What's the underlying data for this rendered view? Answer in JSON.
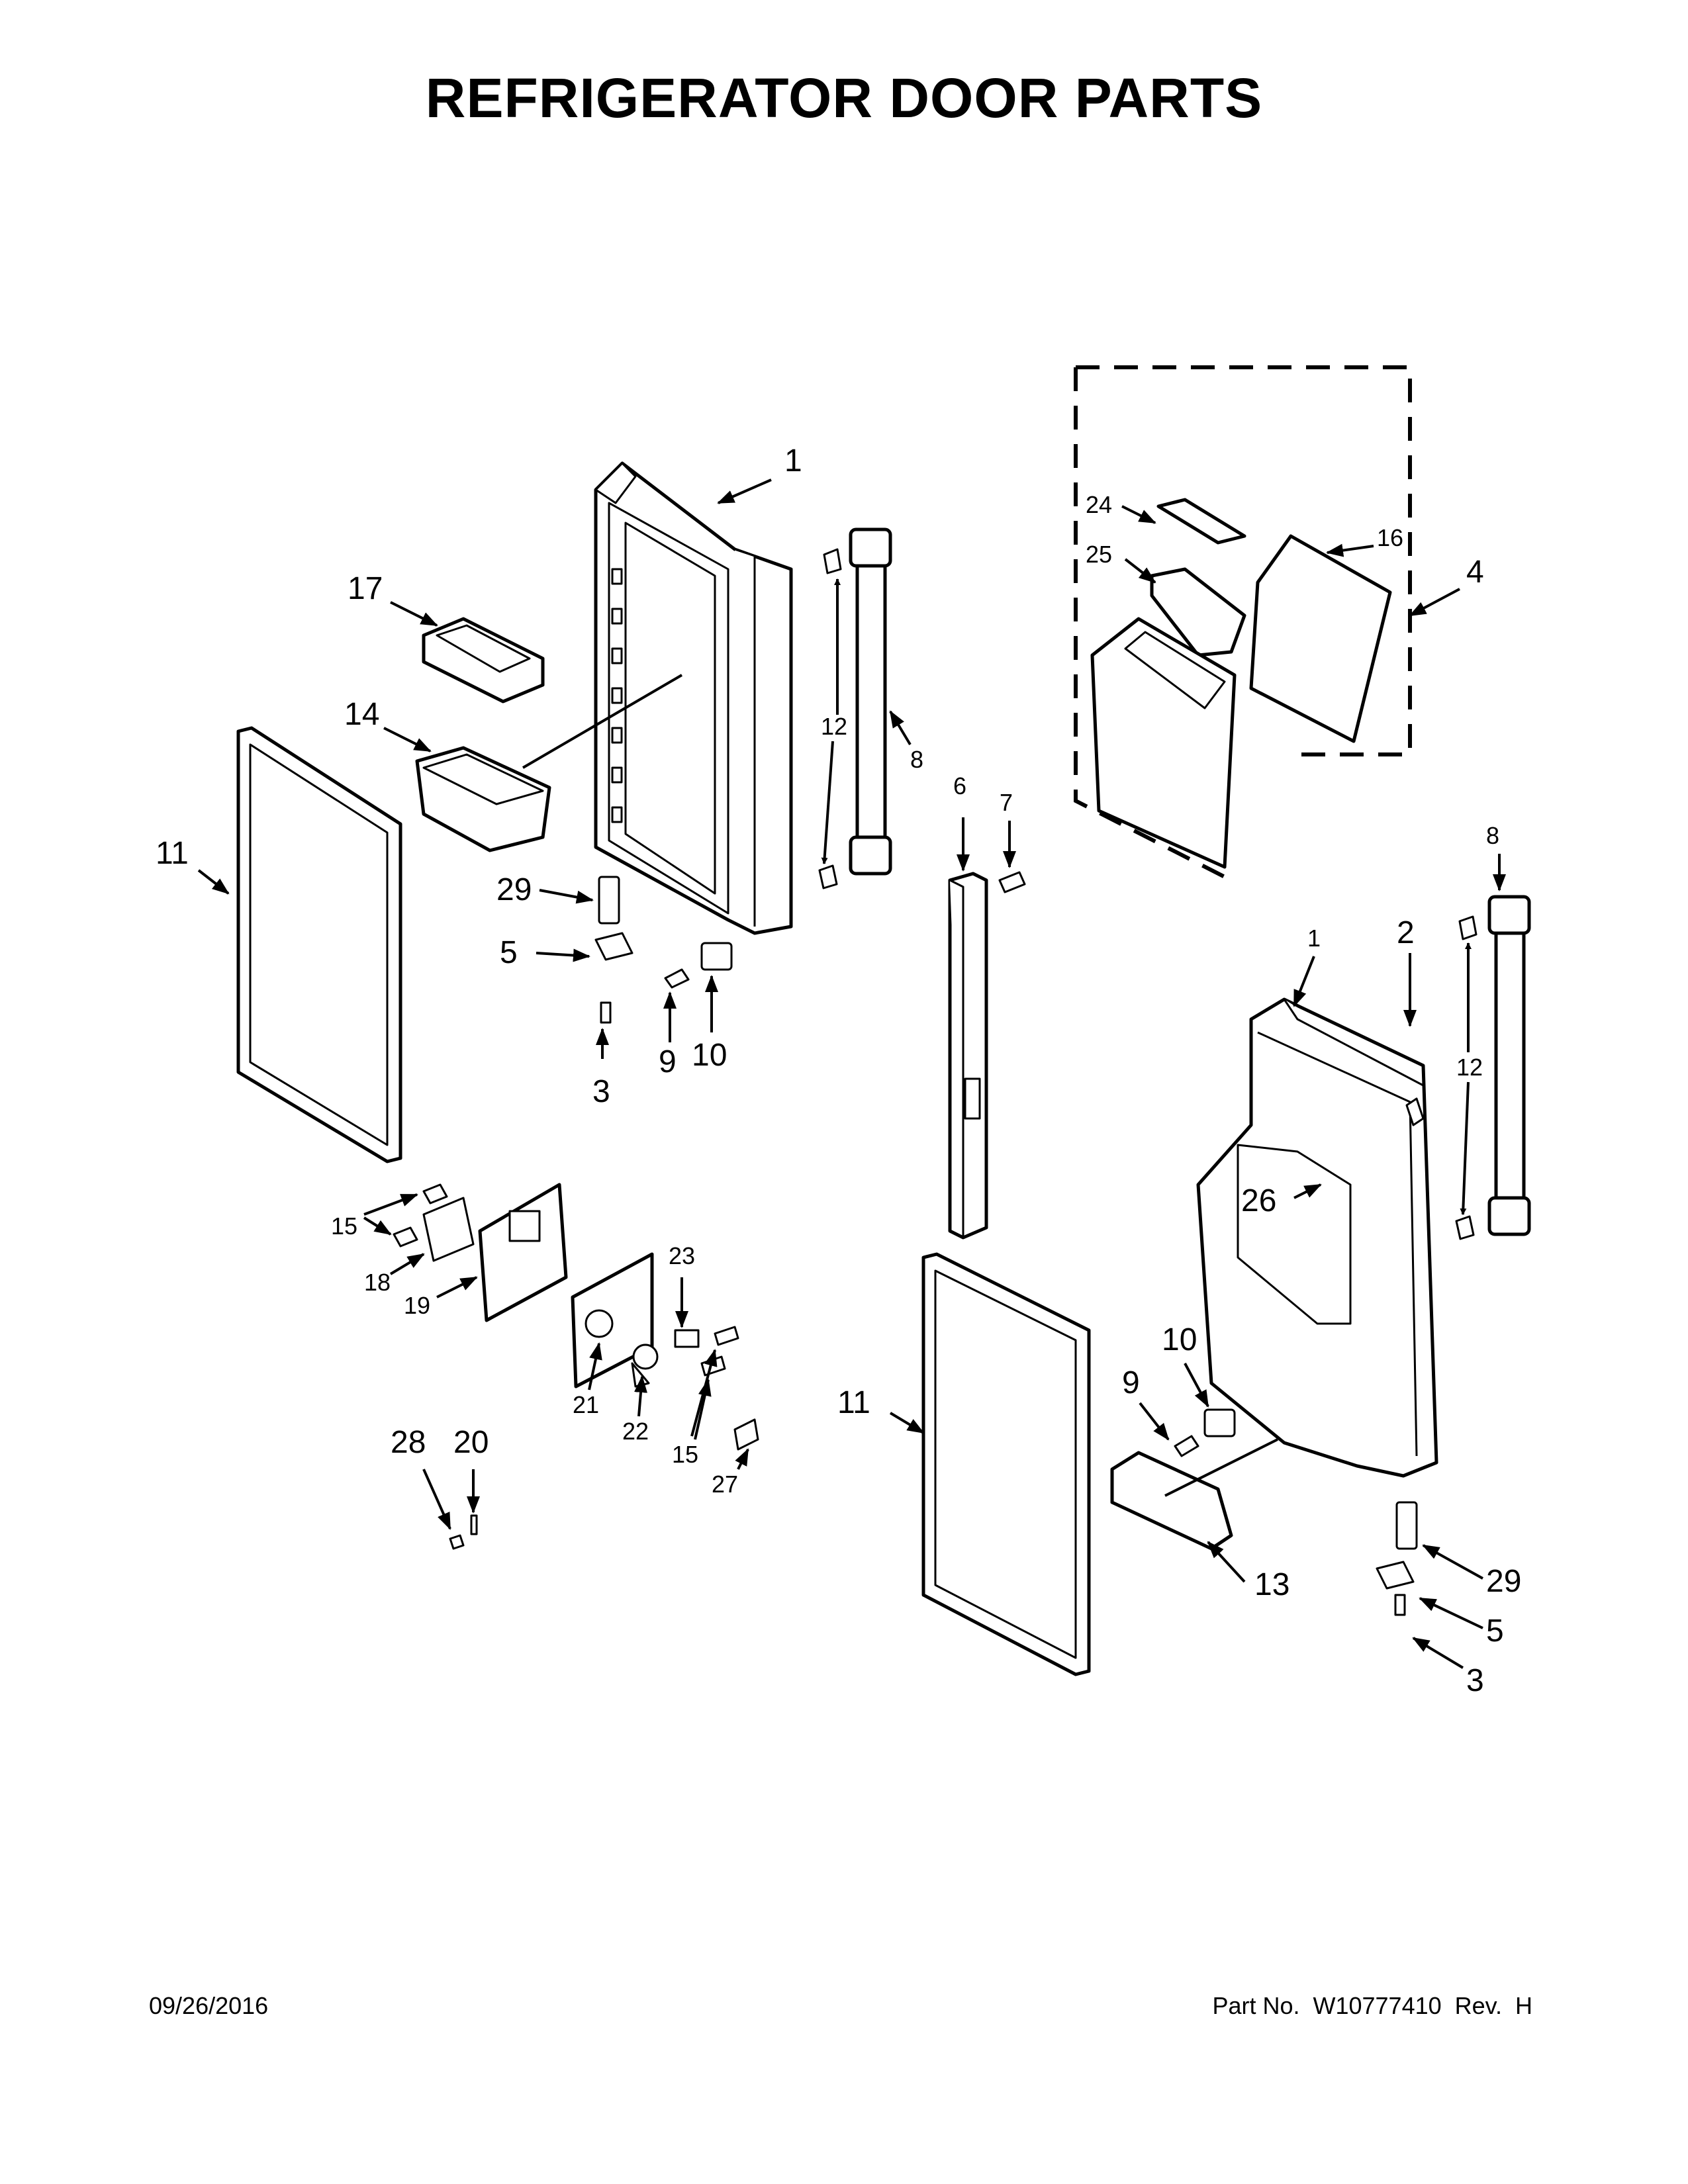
{
  "title": "REFRIGERATOR DOOR PARTS",
  "footer": {
    "date": "09/26/2016",
    "part_number": "Part No.  W10777410  Rev.  H"
  },
  "callouts": {
    "left_door": {
      "c1": "1",
      "c17": "17",
      "c14": "14",
      "c11": "11",
      "c12": "12",
      "c8": "8",
      "c29": "29",
      "c5": "5",
      "c3": "3",
      "c9": "9",
      "c10": "10"
    },
    "center": {
      "c6": "6",
      "c7": "7",
      "c11": "11"
    },
    "dispenser": {
      "c15a": "15",
      "c18": "18",
      "c19": "19",
      "c23": "23",
      "c21": "21",
      "c22": "22",
      "c15b": "15",
      "c27": "27",
      "c28": "28",
      "c20": "20"
    },
    "ice_door": {
      "c24": "24",
      "c25": "25",
      "c16": "16",
      "c4": "4"
    },
    "right_door": {
      "c8": "8",
      "c2": "2",
      "c1": "1",
      "c12": "12",
      "c26": "26",
      "c10": "10",
      "c9": "9",
      "c13": "13",
      "c29": "29",
      "c5": "5",
      "c3": "3"
    }
  }
}
